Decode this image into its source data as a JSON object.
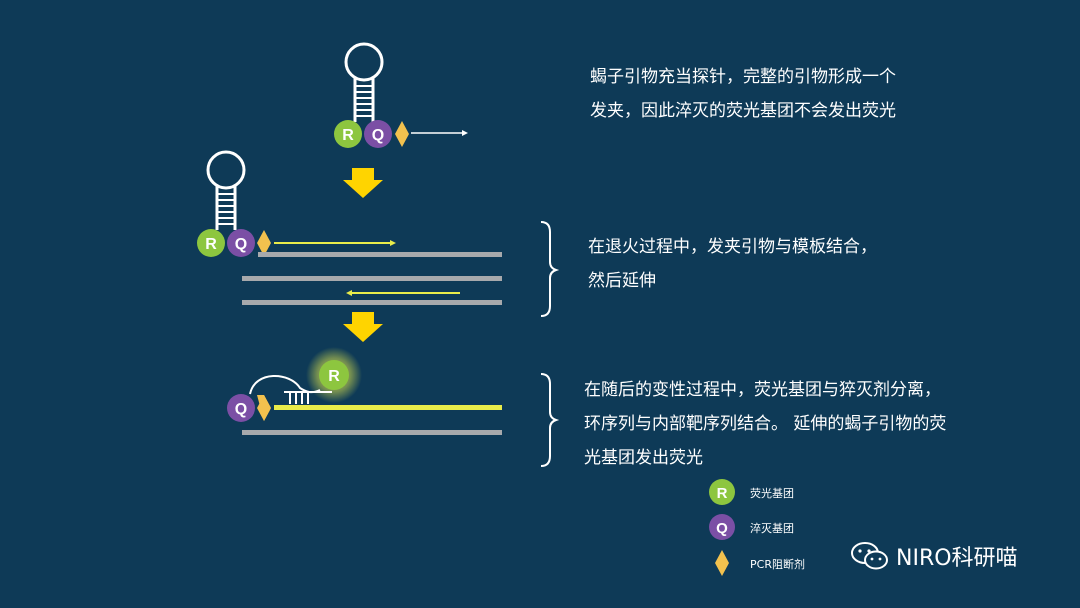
{
  "steps": [
    {
      "lines": [
        "蝎子引物充当探针，完整的引物形成一个",
        "发夹，因此淬灭的荧光基团不会发出荧光"
      ]
    },
    {
      "lines": [
        "在退火过程中，发夹引物与模板结合，",
        "然后延伸"
      ]
    },
    {
      "lines": [
        "在随后的变性过程中，荧光基团与猝灭剂分离，",
        "环序列与内部靶序列结合。 延伸的蝎子引物的荧",
        "光基团发出荧光"
      ]
    }
  ],
  "markers": {
    "reporter": "R",
    "quencher": "Q"
  },
  "legend": [
    {
      "symbol": "R",
      "label": "荧光基团"
    },
    {
      "symbol": "Q",
      "label": "淬灭基团"
    },
    {
      "symbol": "diamond",
      "label": "PCR阻断剂"
    }
  ],
  "watermark": "NIRO科研喵",
  "colors": {
    "background": "#0e3a57",
    "reporter": "#8dc63f",
    "quencher": "#7b4fa5",
    "blocker": "#f2c14e",
    "strand": "#a7a9ac",
    "extension": "#e9ec4a",
    "arrow": "#ffd400"
  },
  "icons": [
    "wechat-icon",
    "down-arrow-icon",
    "bracket-icon",
    "diamond-icon"
  ]
}
